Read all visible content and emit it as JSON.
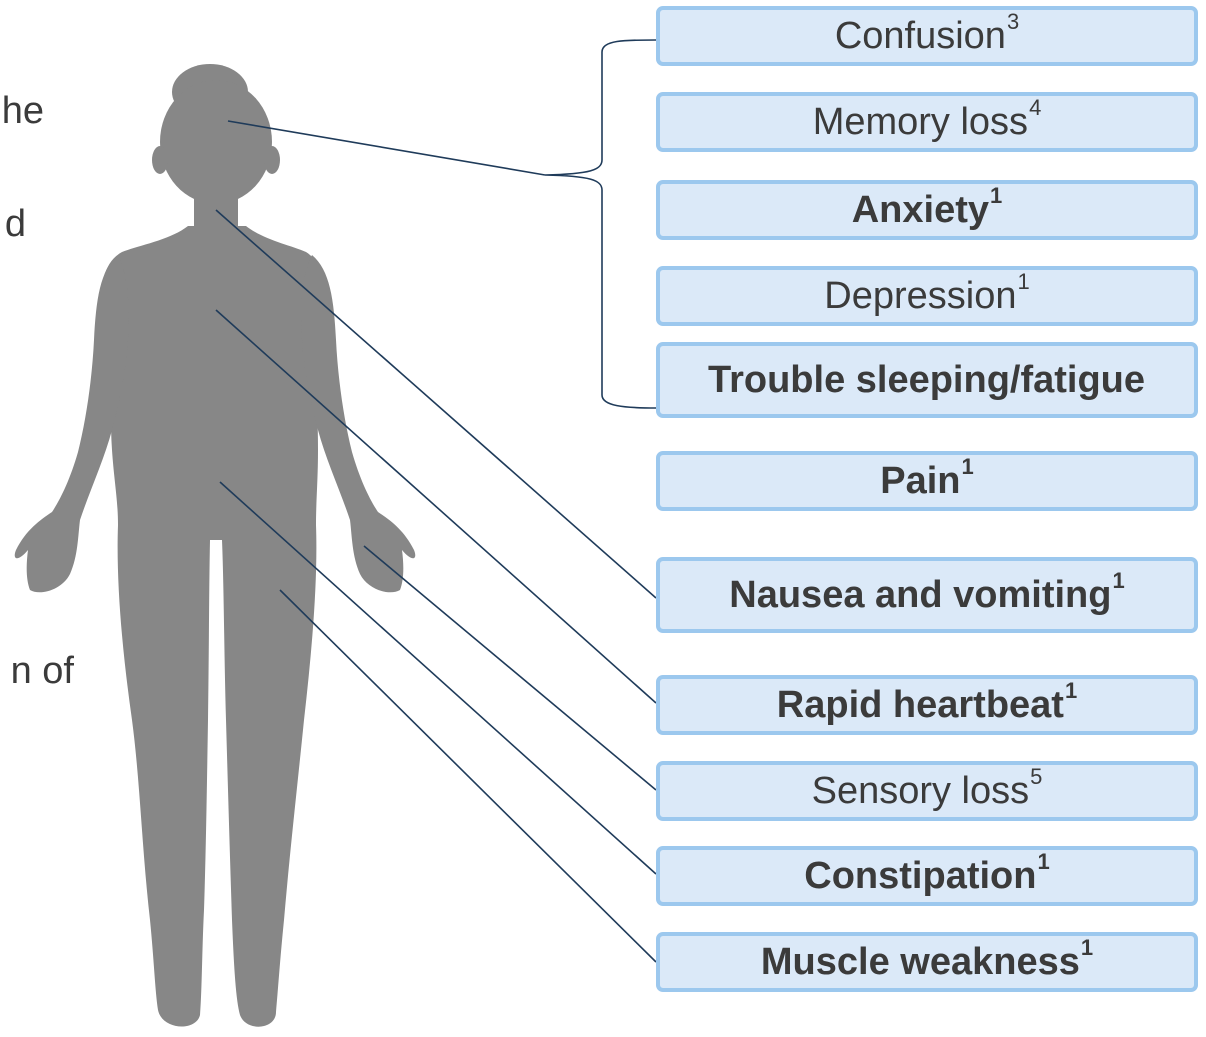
{
  "edge_text": [
    "he",
    "d",
    "n of"
  ],
  "symptoms": [
    {
      "label": "Confusion",
      "sup": "3",
      "bold": false
    },
    {
      "label": "Memory loss",
      "sup": "4",
      "bold": false
    },
    {
      "label": "Anxiety",
      "sup": "1",
      "bold": true
    },
    {
      "label": "Depression",
      "sup": "1",
      "bold": false
    },
    {
      "label": "Trouble sleeping/fatigue",
      "sup": "",
      "bold": true
    },
    {
      "label": "Pain",
      "sup": "1",
      "bold": true
    },
    {
      "label": "Nausea and vomiting",
      "sup": "1",
      "bold": true
    },
    {
      "label": "Rapid heartbeat",
      "sup": "1",
      "bold": true
    },
    {
      "label": "Sensory loss",
      "sup": "5",
      "bold": false
    },
    {
      "label": "Constipation",
      "sup": "1",
      "bold": true
    },
    {
      "label": "Muscle weakness",
      "sup": "1",
      "bold": true
    }
  ],
  "colors": {
    "box_fill": "#dbe9f8",
    "box_border": "#9cc8ee",
    "text": "#3b3b3b",
    "silhouette": "#878787",
    "leader_line": "#1f3b5a"
  },
  "icons": {
    "figure": "female-body-silhouette-icon"
  }
}
